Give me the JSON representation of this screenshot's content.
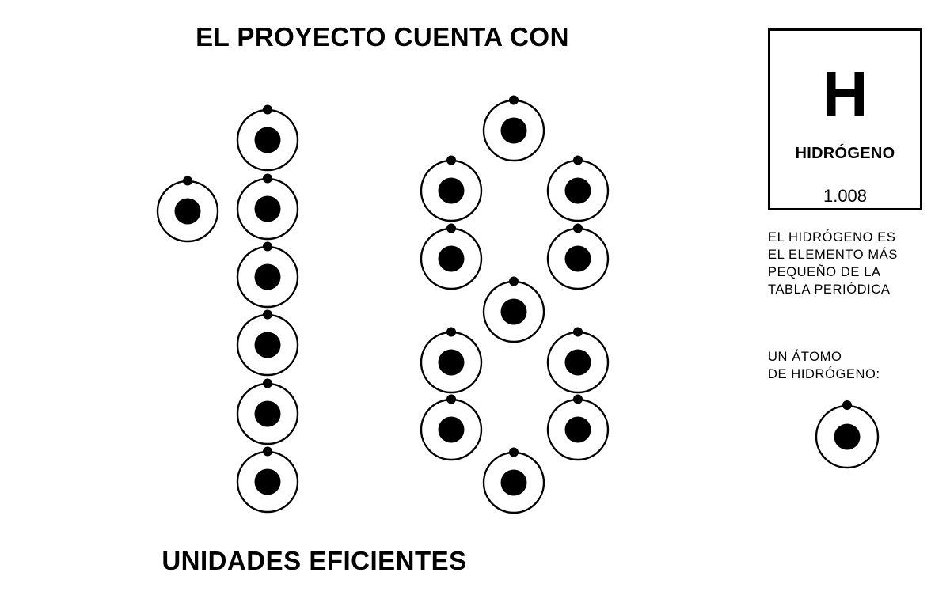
{
  "headline_top": "EL PROYECTO CUENTA CON",
  "headline_bottom": "UNIDADES EFICIENTES",
  "big_number": "18",
  "element_tile": {
    "symbol": "H",
    "name": "HIDRÓGENO",
    "atomic_mass": "1.008"
  },
  "fact_lines": [
    "EL HIDRÓGENO ES",
    "EL ELEMENTO MÁS",
    "PEQUEÑO DE LA",
    "TABLA PERIÓDICA"
  ],
  "atom_caption_lines": [
    "UN ÁTOMO",
    "DE HIDRÓGENO:"
  ],
  "atom_count": 18,
  "colors": {
    "ink": "#000000",
    "background": "#ffffff"
  }
}
